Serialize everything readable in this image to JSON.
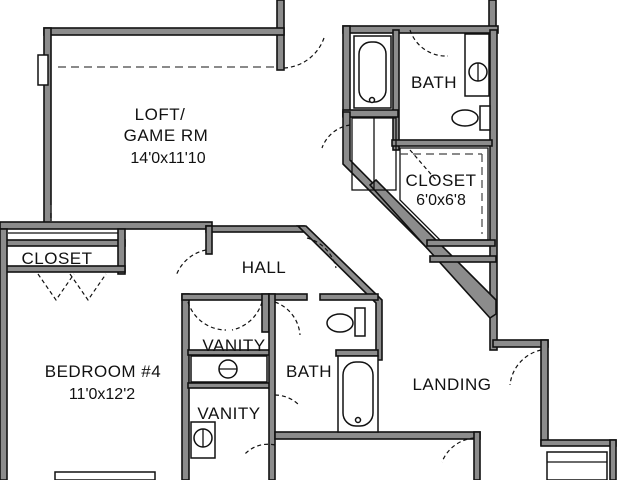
{
  "rooms": {
    "loft": {
      "line1": "LOFT/",
      "line2": "GAME RM",
      "dims": "14'0x11'10"
    },
    "bath_upper": {
      "name": "BATH"
    },
    "closet_upper": {
      "name": "CLOSET",
      "dims": "6'0x6'8"
    },
    "closet_left": {
      "name": "CLOSET"
    },
    "hall": {
      "name": "HALL"
    },
    "vanity_top": {
      "name": "VANITY"
    },
    "vanity_bottom": {
      "name": "VANITY"
    },
    "bath_lower": {
      "name": "BATH"
    },
    "bedroom4": {
      "name": "BEDROOM #4",
      "dims": "11'0x12'2"
    },
    "landing": {
      "name": "LANDING"
    }
  }
}
